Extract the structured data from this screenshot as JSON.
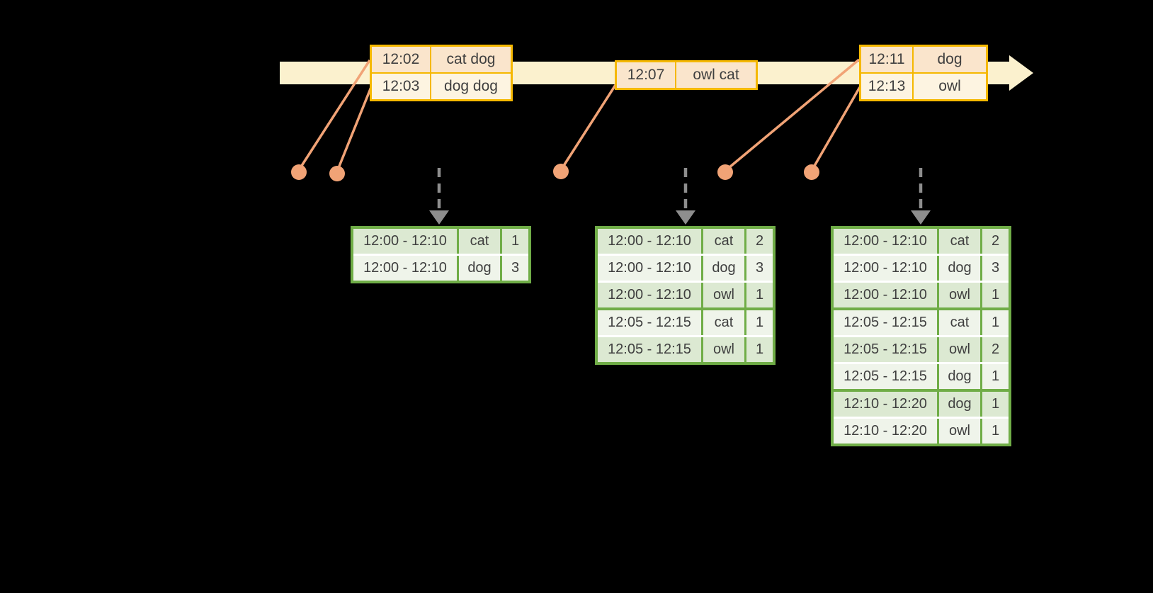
{
  "palette": {
    "bg": "#000000",
    "text": "#3f3f3f",
    "band": "#FBF1CE",
    "event_border": "#F5B800",
    "event_fill_dark": "#FAE5CC",
    "event_fill_light": "#FDF4E1",
    "connector": "#F1A376",
    "result_border": "#70AD47",
    "result_fill_dark": "#DCE9D2",
    "result_fill_light": "#EFF4EA",
    "divider": "#FFFFFF",
    "arrow_gray": "#8E8E8E"
  },
  "timeline": {
    "direction": "right"
  },
  "event_tables": [
    {
      "rows": [
        {
          "time": "12:02",
          "words": "cat dog"
        },
        {
          "time": "12:03",
          "words": "dog dog"
        }
      ]
    },
    {
      "rows": [
        {
          "time": "12:07",
          "words": "owl cat"
        }
      ]
    },
    {
      "rows": [
        {
          "time": "12:11",
          "words": "dog"
        },
        {
          "time": "12:13",
          "words": "owl"
        }
      ]
    }
  ],
  "result_tables": [
    {
      "rows": [
        [
          "12:00 - 12:10",
          "cat",
          "1"
        ],
        [
          "12:00 - 12:10",
          "dog",
          "3"
        ]
      ]
    },
    {
      "rows": [
        [
          "12:00 - 12:10",
          "cat",
          "2"
        ],
        [
          "12:00 - 12:10",
          "dog",
          "3"
        ],
        [
          "12:00 - 12:10",
          "owl",
          "1"
        ],
        [
          "12:05 - 12:15",
          "cat",
          "1"
        ],
        [
          "12:05 - 12:15",
          "owl",
          "1"
        ]
      ]
    },
    {
      "rows": [
        [
          "12:00 - 12:10",
          "cat",
          "2"
        ],
        [
          "12:00 - 12:10",
          "dog",
          "3"
        ],
        [
          "12:00 - 12:10",
          "owl",
          "1"
        ],
        [
          "12:05 - 12:15",
          "cat",
          "1"
        ],
        [
          "12:05 - 12:15",
          "owl",
          "2"
        ],
        [
          "12:05 - 12:15",
          "dog",
          "1"
        ],
        [
          "12:10 - 12:20",
          "dog",
          "1"
        ],
        [
          "12:10 - 12:20",
          "owl",
          "1"
        ]
      ]
    }
  ]
}
